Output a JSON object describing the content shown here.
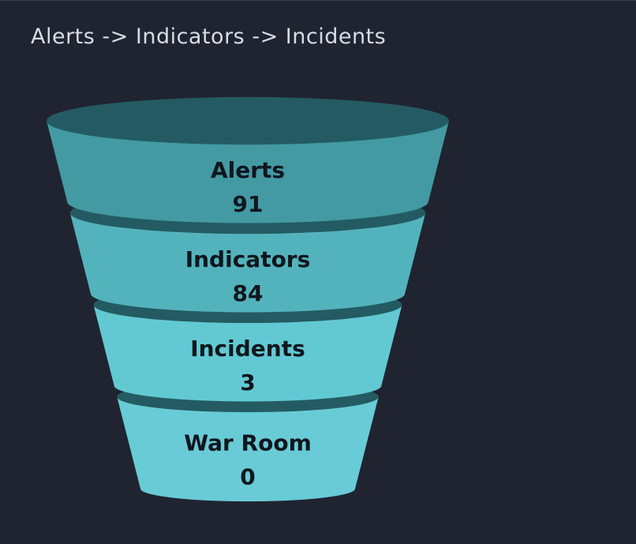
{
  "panel": {
    "title": "Alerts -> Indicators -> Incidents"
  },
  "chart_data": {
    "type": "funnel",
    "title": "Alerts -> Indicators -> Incidents",
    "stages": [
      {
        "label": "Alerts",
        "value": 91,
        "color": "#439aa3"
      },
      {
        "label": "Indicators",
        "value": 84,
        "color": "#53b3bc"
      },
      {
        "label": "Incidents",
        "value": 3,
        "color": "#62c9d3"
      },
      {
        "label": "War Room",
        "value": 0,
        "color": "#68cbd6"
      }
    ],
    "top_color": "#245b62",
    "background": "#1f2430"
  }
}
